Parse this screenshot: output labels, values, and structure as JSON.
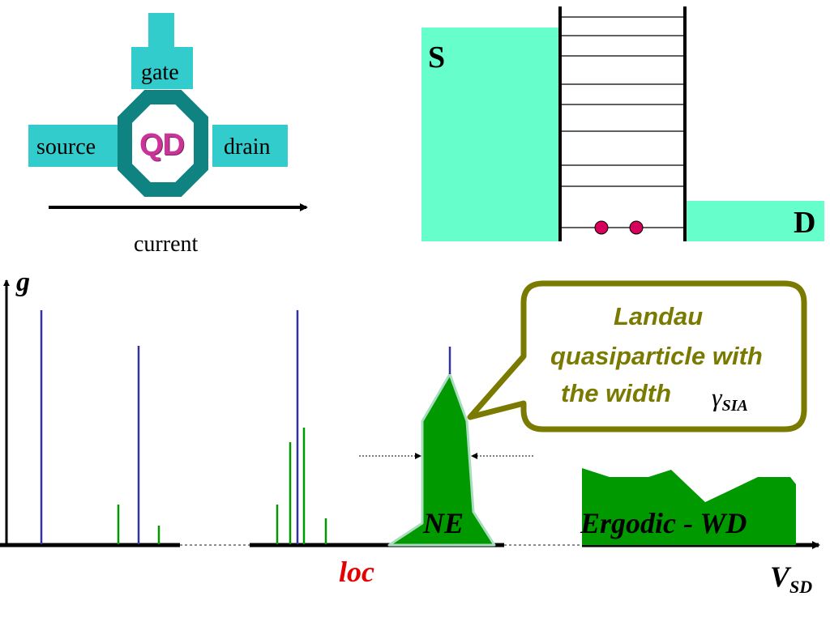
{
  "colors": {
    "teal": "#33cccc",
    "dark_teal": "#0f8282",
    "qd_text": "#cc3399",
    "mint": "#66ffcc",
    "dot": "#d6005c",
    "blue": "#333399",
    "green": "#009900",
    "olive": "#7a7a00",
    "red": "#e60000"
  },
  "device": {
    "gate": "gate",
    "source": "source",
    "drain": "drain",
    "dot_label": "QD",
    "current": "current"
  },
  "energy": {
    "source_label": "S",
    "drain_label": "D",
    "electrons": 2
  },
  "spectrum": {
    "y_axis": "g",
    "x_axis_main": "V",
    "x_axis_sub": "SD",
    "region_loc": "loc",
    "region_ne": "NE",
    "region_ergodic": "Ergodic - WD",
    "callout_line1": "Landau",
    "callout_line2": "quasiparticle with",
    "callout_line3": "the width",
    "gamma_symbol": "γ",
    "gamma_sub": "SIA"
  }
}
